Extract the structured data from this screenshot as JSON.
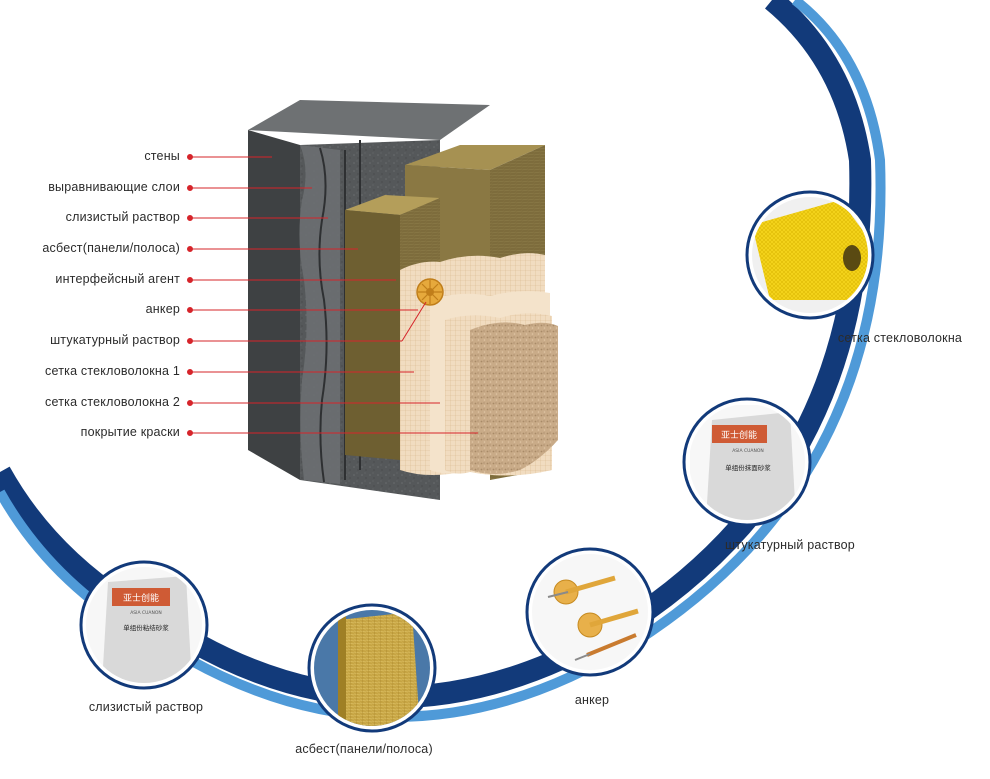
{
  "layers": [
    {
      "label": "стены"
    },
    {
      "label": "выравнивающие слои"
    },
    {
      "label": "слизистый раствор "
    },
    {
      "label": "асбест(панели/полоса)"
    },
    {
      "label": "интерфейсный агент"
    },
    {
      "label": "анкер"
    },
    {
      "label": "штукатурный раствор"
    },
    {
      "label": "сетка стекловолокна 1"
    },
    {
      "label": "сетка стекловолокна 2"
    },
    {
      "label": "покрытие краски"
    }
  ],
  "products": [
    {
      "label": "сетка стекловолокна",
      "icon": "fiberglass-mesh-roll-icon"
    },
    {
      "label": "штукатурный раствор",
      "icon": "plaster-mortar-bag-icon",
      "bag_text_1": "亚士创能",
      "bag_text_2": "单组份抹面砂浆",
      "bag_text_3": "ASIA CUANON"
    },
    {
      "label": "анкер",
      "icon": "anchor-dowel-icon"
    },
    {
      "label": "асбест(панели/полоса)",
      "icon": "mineral-wool-board-icon"
    },
    {
      "label": "слизистый раствор",
      "icon": "adhesive-mortar-bag-icon",
      "bag_text_1": "亚士创能",
      "bag_text_2": "单组份粘结砂浆",
      "bag_text_3": "ASIA CUANON"
    }
  ],
  "colors": {
    "ring_dark": "#123a7a",
    "ring_light": "#4f9ad8",
    "leader_line": "#d6242a"
  }
}
